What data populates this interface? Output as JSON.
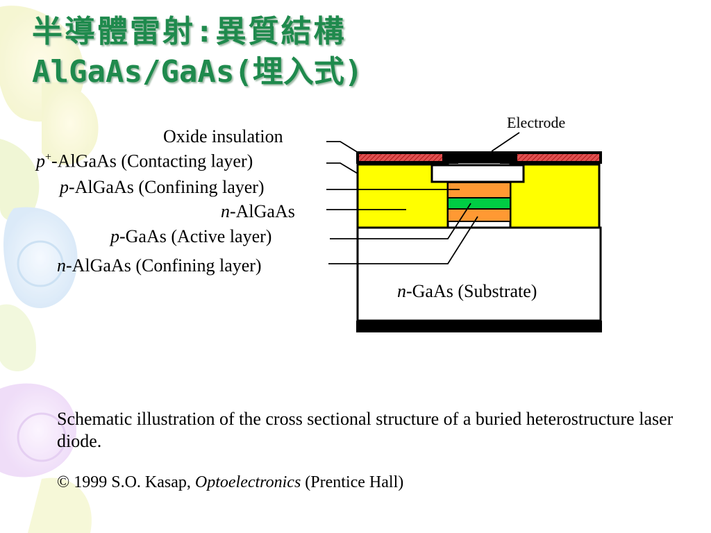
{
  "slide": {
    "title_line1": "半導體雷射:異質結構",
    "title_line2": "AlGaAs/GaAs(埋入式)"
  },
  "diagram": {
    "electrode": "Electrode",
    "oxide": "Oxide insulation",
    "contact_prefix": "p",
    "contact_sup": "+",
    "contact_rest": "-AlGaAs (Contacting layer)",
    "pconf_prefix": "p",
    "pconf_rest": "-AlGaAs (Confining layer)",
    "nalgaas_prefix": "n",
    "nalgaas_rest": "-AlGaAs",
    "active_prefix": "p",
    "active_rest": "-GaAs (Active layer)",
    "nconf_prefix": "n",
    "nconf_rest": "-AlGaAs (Confining layer)",
    "substrate_prefix": "n",
    "substrate_rest": "-GaAs (Substrate)"
  },
  "caption": {
    "text": "Schematic illustration of the cross sectional structure of a buried heterostructure laser diode.",
    "credit_prefix": "© 1999 S.O. Kasap, ",
    "credit_book": "Optoelectronics",
    "credit_suffix": " (Prentice Hall)"
  },
  "colors": {
    "title": "#1f8a4d",
    "yellow": "#ffff00",
    "orange": "#ff9933",
    "green": "#00cc44",
    "red": "#cc2222"
  }
}
